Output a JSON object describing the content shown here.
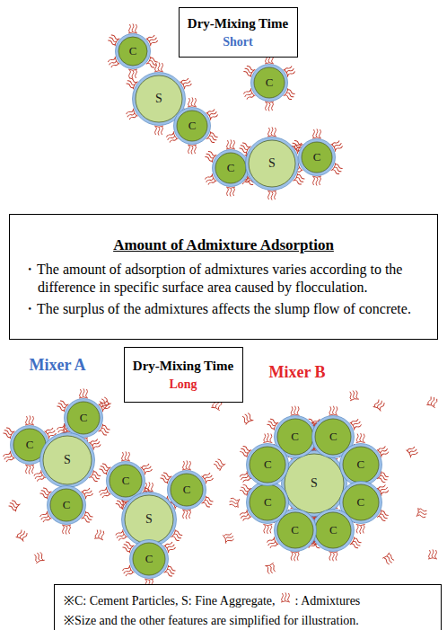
{
  "diagram": {
    "nodes": [
      {
        "text": [
          "Dry-Mixing Time",
          "Short"
        ]
      },
      {
        "text": [
          "C"
        ]
      },
      {
        "text": [
          "S"
        ]
      },
      {
        "text": [
          "C"
        ]
      },
      {
        "text": [
          "C"
        ]
      },
      {
        "text": [
          "C"
        ]
      },
      {
        "text": [
          "S"
        ]
      },
      {
        "text": [
          "C"
        ]
      },
      {
        "text": [
          "Amount of Admixture Adsorption",
          "・The amount of adsorption of admixtures varies according to the difference in specific surface area caused by flocculation.",
          "・The surplus of the admixtures affects the slump flow of concrete."
        ]
      },
      {
        "text": [
          "Mixer A"
        ]
      },
      {
        "text": [
          "Dry-Mixing Time",
          "Long"
        ]
      },
      {
        "text": [
          "Mixer B"
        ]
      },
      {
        "text": [
          "C"
        ]
      },
      {
        "text": [
          "C"
        ]
      },
      {
        "text": [
          "S"
        ]
      },
      {
        "text": [
          "C"
        ]
      },
      {
        "text": [
          "C"
        ]
      },
      {
        "text": [
          "C"
        ]
      },
      {
        "text": [
          "S"
        ]
      },
      {
        "text": [
          "C"
        ]
      },
      {
        "text": [
          "S"
        ]
      },
      {
        "text": [
          "C"
        ]
      },
      {
        "text": [
          "C"
        ]
      },
      {
        "text": [
          "C"
        ]
      },
      {
        "text": [
          "C"
        ]
      },
      {
        "text": [
          "C"
        ]
      },
      {
        "text": [
          "C"
        ]
      },
      {
        "text": [
          "C"
        ]
      },
      {
        "text": [
          "C"
        ]
      },
      {
        "text": [
          "※C: Cement Particles, S: Fine Aggregate,",
          ": Admixtures",
          "※Size and the other features are simplified for illustration."
        ]
      }
    ]
  }
}
